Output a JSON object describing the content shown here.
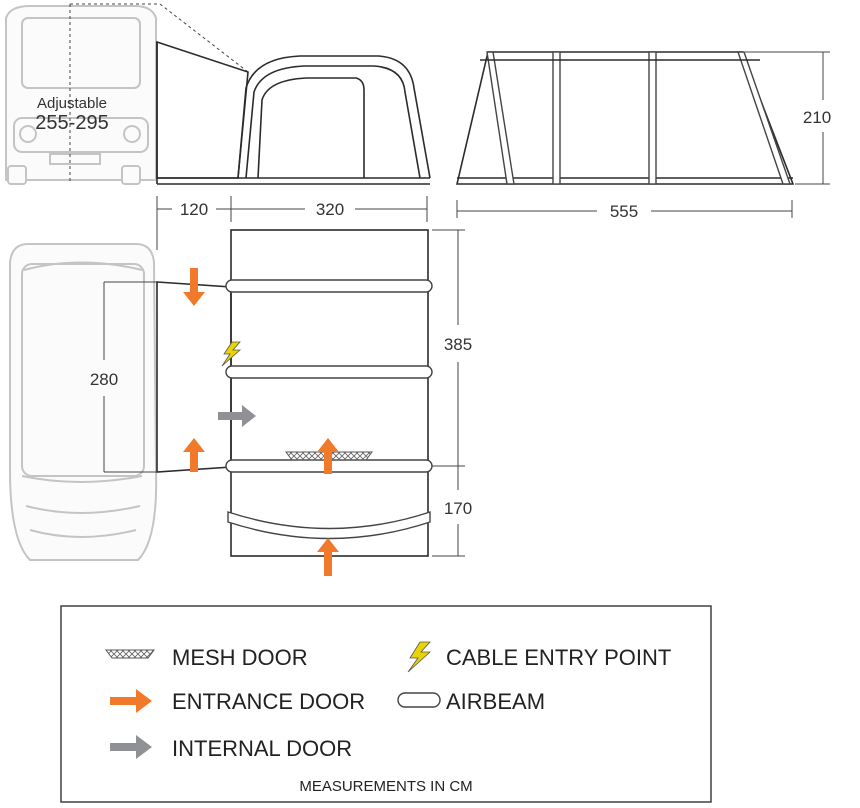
{
  "front_view": {
    "height_label": "Adjustable",
    "height_value": "255-295"
  },
  "dimensions": {
    "side_width_awning": "120",
    "side_width_tent": "320",
    "end_length": "555",
    "end_height": "210",
    "plan_length": "385",
    "plan_porch": "170",
    "plan_connection": "280"
  },
  "legend": {
    "mesh_door": "MESH DOOR",
    "cable_entry": "CABLE ENTRY POINT",
    "entrance_door": "ENTRANCE DOOR",
    "airbeam": "AIRBEAM",
    "internal_door": "INTERNAL DOOR",
    "caption": "MEASUREMENTS IN CM"
  },
  "colors": {
    "entrance_arrow": "#f07a2a",
    "internal_arrow": "#8f9194",
    "cable_icon": "#e9d300",
    "mesh": "#8a8a8a"
  },
  "icons": [
    "mesh-door-icon",
    "lightning-icon",
    "orange-arrow-icon",
    "grey-arrow-icon",
    "airbeam-icon"
  ]
}
